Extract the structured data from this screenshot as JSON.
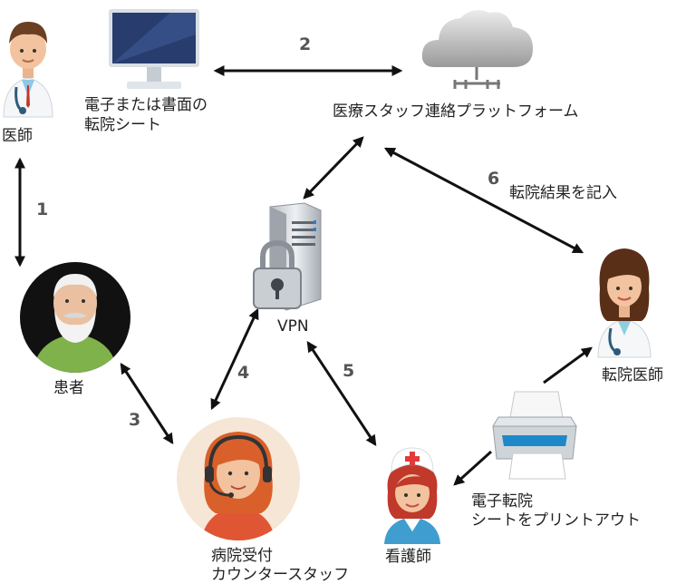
{
  "labels": {
    "doctor": "医師",
    "referral_sheet_line1": "電子または書面の",
    "referral_sheet_line2": "転院シート",
    "platform": "医療スタッフ連絡プラットフォーム",
    "patient": "患者",
    "vpn": "VPN",
    "receiving_doctor": "転院医師",
    "reception_line1": "病院受付",
    "reception_line2": "カウンタースタッフ",
    "nurse": "看護師",
    "printout_line1": "電子転院",
    "printout_line2": "シートをプリントアウト",
    "record_result": "転院結果を記入"
  },
  "steps": [
    "1",
    "2",
    "3",
    "4",
    "5",
    "6"
  ],
  "icons": [
    "doctor-icon",
    "monitor-icon",
    "cloud-icon",
    "server-lock-icon",
    "patient-icon",
    "receiving-doctor-icon",
    "receptionist-icon",
    "nurse-icon",
    "printer-icon"
  ],
  "colors": {
    "arrow": "#111111",
    "step_number": "#555555"
  }
}
